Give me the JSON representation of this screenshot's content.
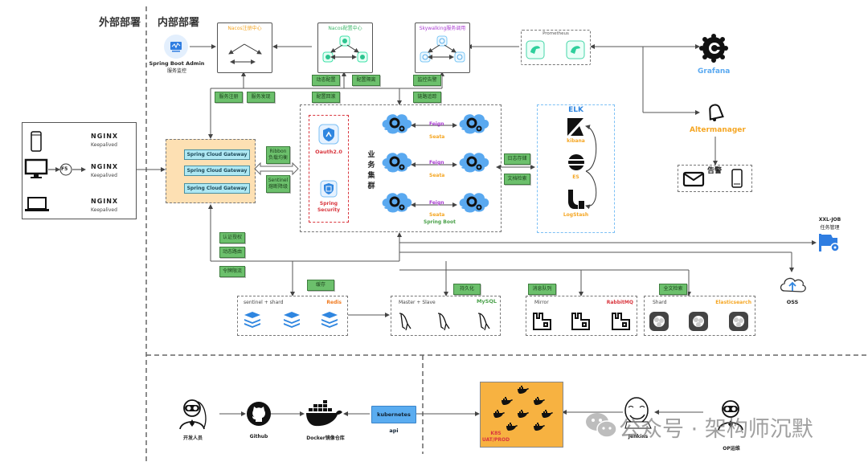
{
  "sections": {
    "external": "外部部署",
    "internal": "内部部署"
  },
  "monitor": {
    "spring_boot_admin": "Spring Boot Admin",
    "spring_boot_admin_sub": "服务监控"
  },
  "top_boxes": {
    "nacos_registry": "Nacos注册中心",
    "nacos_config": "Nacos配置中心",
    "skywalking": "Skywalking服务调用",
    "prometheus": "Prometheus"
  },
  "top_labels": {
    "service_register": "服务注册",
    "service_discovery": "服务发现",
    "dynamic_config": "动态配置",
    "config_isolation": "配置隔离",
    "config_rollback": "配置回滚",
    "monitor_alert": "监控告警",
    "trace": "链路追踪"
  },
  "right_tools": {
    "grafana": "Grafana",
    "altermanager": "Altermanager",
    "alert": "告警"
  },
  "clients": {
    "fs": "F5",
    "nginx": [
      "NGINX",
      "NGINX",
      "NGINX"
    ],
    "keepalived": [
      "Keepalived",
      "Keepalived",
      "Keepalived"
    ]
  },
  "gateway": {
    "instances": [
      "Spring Cloud Gateway",
      "Spring Cloud Gateway",
      "Spring Cloud Gateway"
    ],
    "ribbon": "Ribbon",
    "ribbon_sub": "负载均衡",
    "sentinel": "Sentinel",
    "sentinel_sub": "熔断降级",
    "auth": "认证授权",
    "dynamic_route": "动态路由",
    "rate_limit": "令牌限流"
  },
  "business": {
    "title_chars": [
      "业",
      "务",
      "集",
      "群"
    ],
    "oauth": "Oauth2.0",
    "spring_security": "Spring Security",
    "feign": "Feign",
    "seata": "Seata",
    "spring_boot": "Spring Boot"
  },
  "elk": {
    "title": "ELK",
    "kibana": "kibana",
    "es": "ES",
    "logstash": "LogStash",
    "log_storage": "日志存储",
    "doc_search": "文档检索"
  },
  "xxl_job": {
    "title": "XXL-JOB",
    "sub": "任务管理"
  },
  "oss": "OSS",
  "storage": {
    "cache_label": "缓存",
    "persist_label": "持久化",
    "mq_label": "消息队列",
    "search_label": "全文检索",
    "redis_mode": "sentinel + shard",
    "redis": "Redis",
    "mysql_mode": "Master + Slave",
    "mysql": "MySQL",
    "rabbit_mode": "Mirror",
    "rabbit": "RabbitMQ",
    "es_mode": "Shard",
    "es": "Elasticsearch"
  },
  "devops": {
    "developer": "开发人员",
    "github": "Github",
    "docker_registry": "Docker镜像仓库",
    "k8s_api": "kubernetes api",
    "k8s": "K8S",
    "k8s_env": "UAT/PROD",
    "jenkins": "Jenkins",
    "ops": "OP运维"
  },
  "watermark": "公众号 · 架构师沉默",
  "colors": {
    "label_green": "#6cc06c",
    "gateway_bg": "#fde0b3",
    "cloud_blue": "#5aa9f0",
    "k8s_orange": "#f7b241",
    "alt_orange": "#f5a623",
    "grafana_blue": "#5aa9f0",
    "feign_purple": "#a93bd1",
    "seata_orange": "#f5a623",
    "security_red": "#d9363e"
  }
}
